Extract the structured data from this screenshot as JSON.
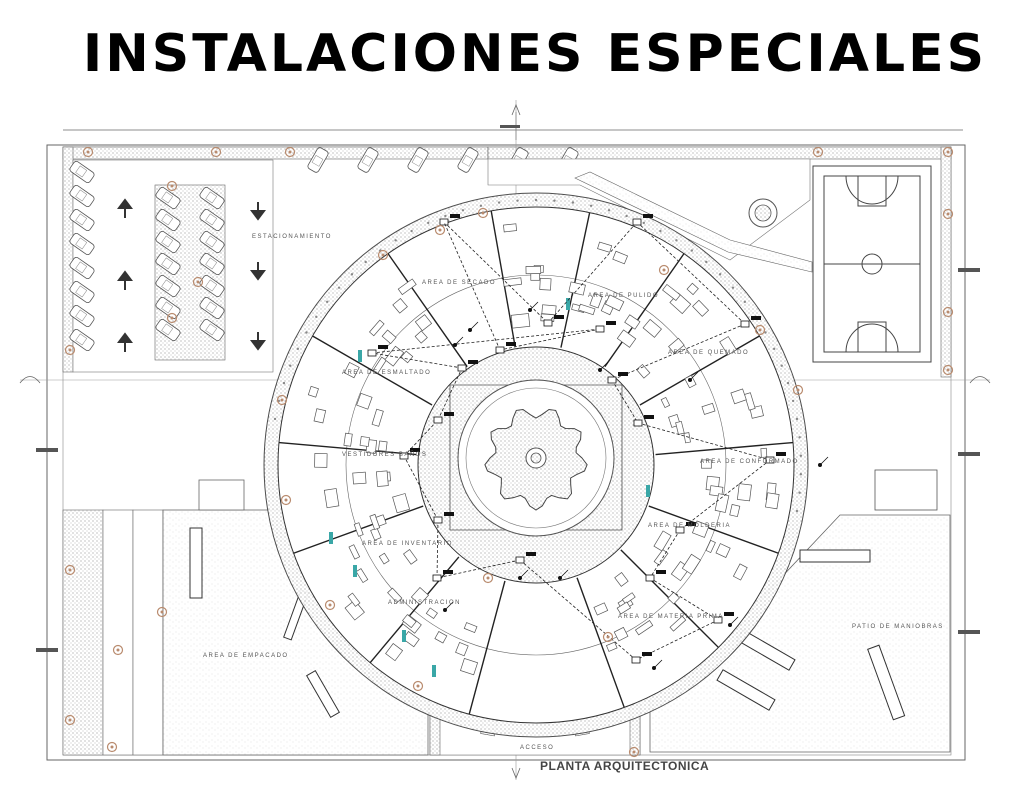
{
  "title": "INSTALACIONES ESPECIALES",
  "subtitle": "PLANTA ARQUITECTONICA",
  "labels": {
    "estacionamiento": "ESTACIONAMIENTO",
    "area_secado": "AREA DE SECADO",
    "area_pulido": "AREA DE PULIDO",
    "area_esmaltado": "AREA DE ESMALTADO",
    "area_quemado": "AREA DE QUEMADO",
    "vestidores": "VESTIDORES BAÑOS",
    "area_conformado": "AREA DE CONFORMADO",
    "area_molderia": "AREA DE MOLDERIA",
    "area_inventario": "AREA DE INVENTARIO",
    "administracion": "ADMINISTRACION",
    "area_materia_prima": "AREA DE MATERIA PRIMA",
    "area_empacado": "AREA DE EMPACADO",
    "patio_maniobras": "PATIO DE MANIOBRAS",
    "acceso": "ACCESO"
  },
  "colors": {
    "line": "#555555",
    "dark_line": "#222222",
    "stipple": "#bdbdbd",
    "accent_teal": "#3aa7a7",
    "accent_brown": "#b98b6e"
  }
}
